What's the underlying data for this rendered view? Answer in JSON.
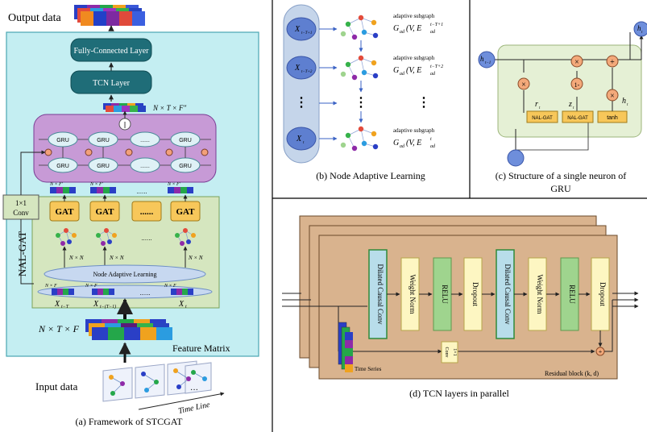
{
  "colors": {
    "framework_bg": "#c4eef2",
    "gru_panel": "#c79ad6",
    "gru_cell": "#dff1f6",
    "nal_bg": "#d5e6bf",
    "gat_box": "#f7c75a",
    "tcn_layer": "#1f6d78",
    "neuron_bg": "#e5f0d5",
    "tcn_block": "#d9b38e",
    "dilated_conv": "#b8ddea",
    "weight_norm": "#fdf6c2",
    "relu": "#9fd48e",
    "dropout": "#fdf6c2",
    "node_panel": "#c5d5ea"
  },
  "panel_a": {
    "caption": "(a) Framework of STCGAT",
    "output_label": "Output data",
    "fc_label": "Fully-Connected Layer",
    "tcn_label": "TCN Layer",
    "dim_top": "N × T × F″",
    "concat_symbol": "||",
    "gru_label": "GRU",
    "gru_dots": "......",
    "dim_gru_in": "N × F′",
    "conv_label_1": "1×1",
    "conv_label_2": "Conv",
    "gat_label": "GAT",
    "gat_dots": "......",
    "nal_label": "NAL-GAT",
    "nxn_label": "N × N",
    "node_adaptive": "Node Adaptive Learning",
    "dim_nf": "N × F",
    "x_labels": [
      "X",
      "X",
      "X"
    ],
    "x_subs": [
      "t−T",
      "t−(T−1)",
      "t"
    ],
    "dim_input": "N × T × F",
    "feature_matrix": "Feature Matrix",
    "input_label": "Input data",
    "timeline": "Time Line",
    "graph_dots": "···"
  },
  "panel_b": {
    "caption": "(b) Node Adaptive Learning",
    "x_labels": [
      "X",
      "X",
      "X"
    ],
    "x_subs": [
      "t−T+1",
      "t−T+2",
      "t"
    ],
    "subgraph_title": "adaptive subgraph",
    "g_label": "G",
    "g_sub": "ad",
    "g_body": "(V, E",
    "e_sub": "ad",
    "e_sups": [
      "t−T+1",
      "t−T+2",
      "t"
    ],
    "vdots": "⋮"
  },
  "panel_c": {
    "caption_1": "(c) Structure of a single neuron of",
    "caption_2": "GRU",
    "h_prev": "h",
    "h_prev_sub": "t−1",
    "h_out": "h",
    "h_out_sub": "t",
    "r_label": "r",
    "r_sub": "t",
    "z_label": "z",
    "z_sub": "t",
    "h_tilde": "h",
    "h_tilde_sub": "t",
    "nal_gat": "NAL-GAT",
    "tanh": "tanh",
    "one_minus": "1-",
    "times": "×",
    "plus": "+"
  },
  "panel_d": {
    "caption": "(d) TCN layers in parallel",
    "dilated": "Dilated Causal Conv",
    "weight_norm": "Weight Norm",
    "relu": "RELU",
    "dropout": "Dropout",
    "conv_1": "1×1",
    "conv_2": "Conv",
    "time_series": "Time Series",
    "residual": "Residual block (k, d)",
    "plus": "+"
  }
}
